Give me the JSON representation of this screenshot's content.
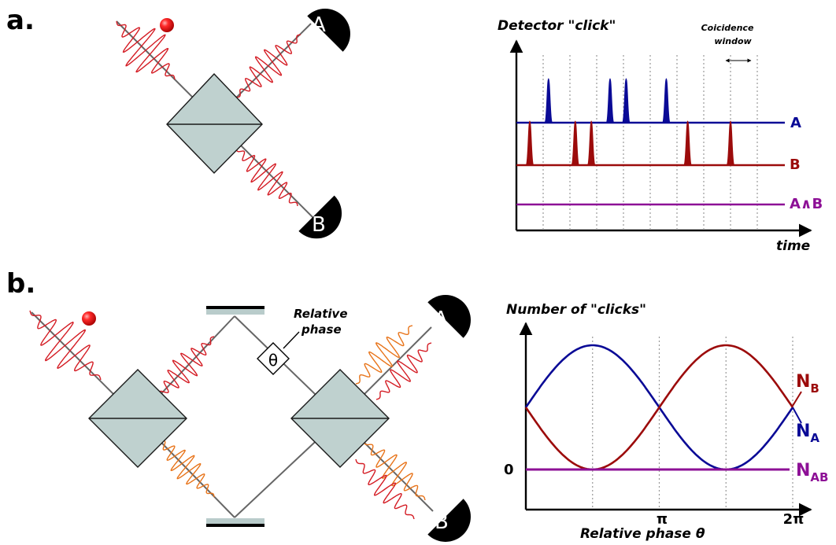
{
  "panel_a": {
    "label": "a.",
    "diagram": {
      "detector_a_label": "A",
      "detector_b_label": "B",
      "colors": {
        "photon": "#e8141b",
        "wave": "#d41c24",
        "splitter": "#bfd1cf",
        "detector": "#000000"
      }
    },
    "plot": {
      "title": "Detector \"click\"",
      "annotation": "Coicidence window",
      "x_label": "time",
      "traces": [
        {
          "name": "A",
          "color": "#0a0a96"
        },
        {
          "name": "B",
          "color": "#9c0b0b"
        },
        {
          "name": "A∧B",
          "color": "#8d1096"
        }
      ]
    }
  },
  "panel_b": {
    "label": "b.",
    "diagram": {
      "phase_label": "Relative phase",
      "theta_symbol": "θ",
      "detector_a_label": "A",
      "detector_b_label": "B",
      "colors": {
        "red_wave": "#d41c24",
        "orange_wave": "#e8741a"
      }
    },
    "plot": {
      "title": "Number of \"clicks\"",
      "zero_tick": "0",
      "x_ticks": [
        "π",
        "2π"
      ],
      "x_label": "Relative phase θ",
      "labels": {
        "nb": {
          "main": "N",
          "sub": "B",
          "color": "#9c0b0b"
        },
        "na": {
          "main": "N",
          "sub": "A",
          "color": "#0a0a96"
        },
        "nab": {
          "main": "N",
          "sub": "AB",
          "color": "#8d1096"
        }
      }
    }
  },
  "chart_data": [
    {
      "type": "line",
      "x": "time",
      "series": [
        {
          "name": "A",
          "click_times": [
            1.2,
            3.5,
            4.1,
            5.6
          ]
        },
        {
          "name": "B",
          "click_times": [
            0.5,
            2.2,
            2.8,
            6.4,
            8.0
          ]
        },
        {
          "name": "A∧B",
          "click_times": []
        }
      ],
      "coincidence_window_bins": 9,
      "grid": true
    },
    {
      "type": "line",
      "title": "Number of \"clicks\"",
      "xlabel": "Relative phase θ",
      "x_range": [
        "0",
        "2π"
      ],
      "x_ticks": [
        "π",
        "2π"
      ],
      "y_ticks": [
        "0"
      ],
      "series": [
        {
          "name": "N_A",
          "formula": "(1 + sin θ) / 2",
          "values_at_x": {
            "0": 0.5,
            "π/2": 1.0,
            "π": 0.5,
            "3π/2": 0.0,
            "2π": 0.5
          }
        },
        {
          "name": "N_B",
          "formula": "(1 - sin θ) / 2",
          "values_at_x": {
            "0": 0.5,
            "π/2": 0.0,
            "π": 0.5,
            "3π/2": 1.0,
            "2π": 0.5
          }
        },
        {
          "name": "N_AB",
          "values_at_x": {
            "0": 0,
            "π/2": 0,
            "π": 0,
            "3π/2": 0,
            "2π": 0
          }
        }
      ],
      "grid": true
    }
  ]
}
